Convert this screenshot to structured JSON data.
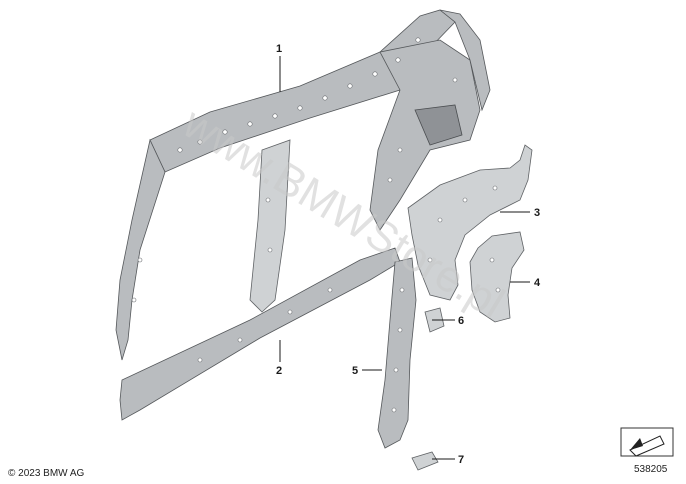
{
  "diagram": {
    "callouts": [
      {
        "id": "1",
        "label": "1"
      },
      {
        "id": "2",
        "label": "2"
      },
      {
        "id": "3",
        "label": "3"
      },
      {
        "id": "4",
        "label": "4"
      },
      {
        "id": "5",
        "label": "5"
      },
      {
        "id": "6",
        "label": "6"
      },
      {
        "id": "7",
        "label": "7"
      }
    ],
    "watermark": "www.BMWStore.pl",
    "copyright": "© 2023 BMW AG",
    "diagram_number": "538205",
    "colors": {
      "part_fill": "#b9bcbf",
      "part_stroke": "#55585b",
      "leader": "#1a1a1a",
      "watermark": "#c8c8c8"
    }
  }
}
